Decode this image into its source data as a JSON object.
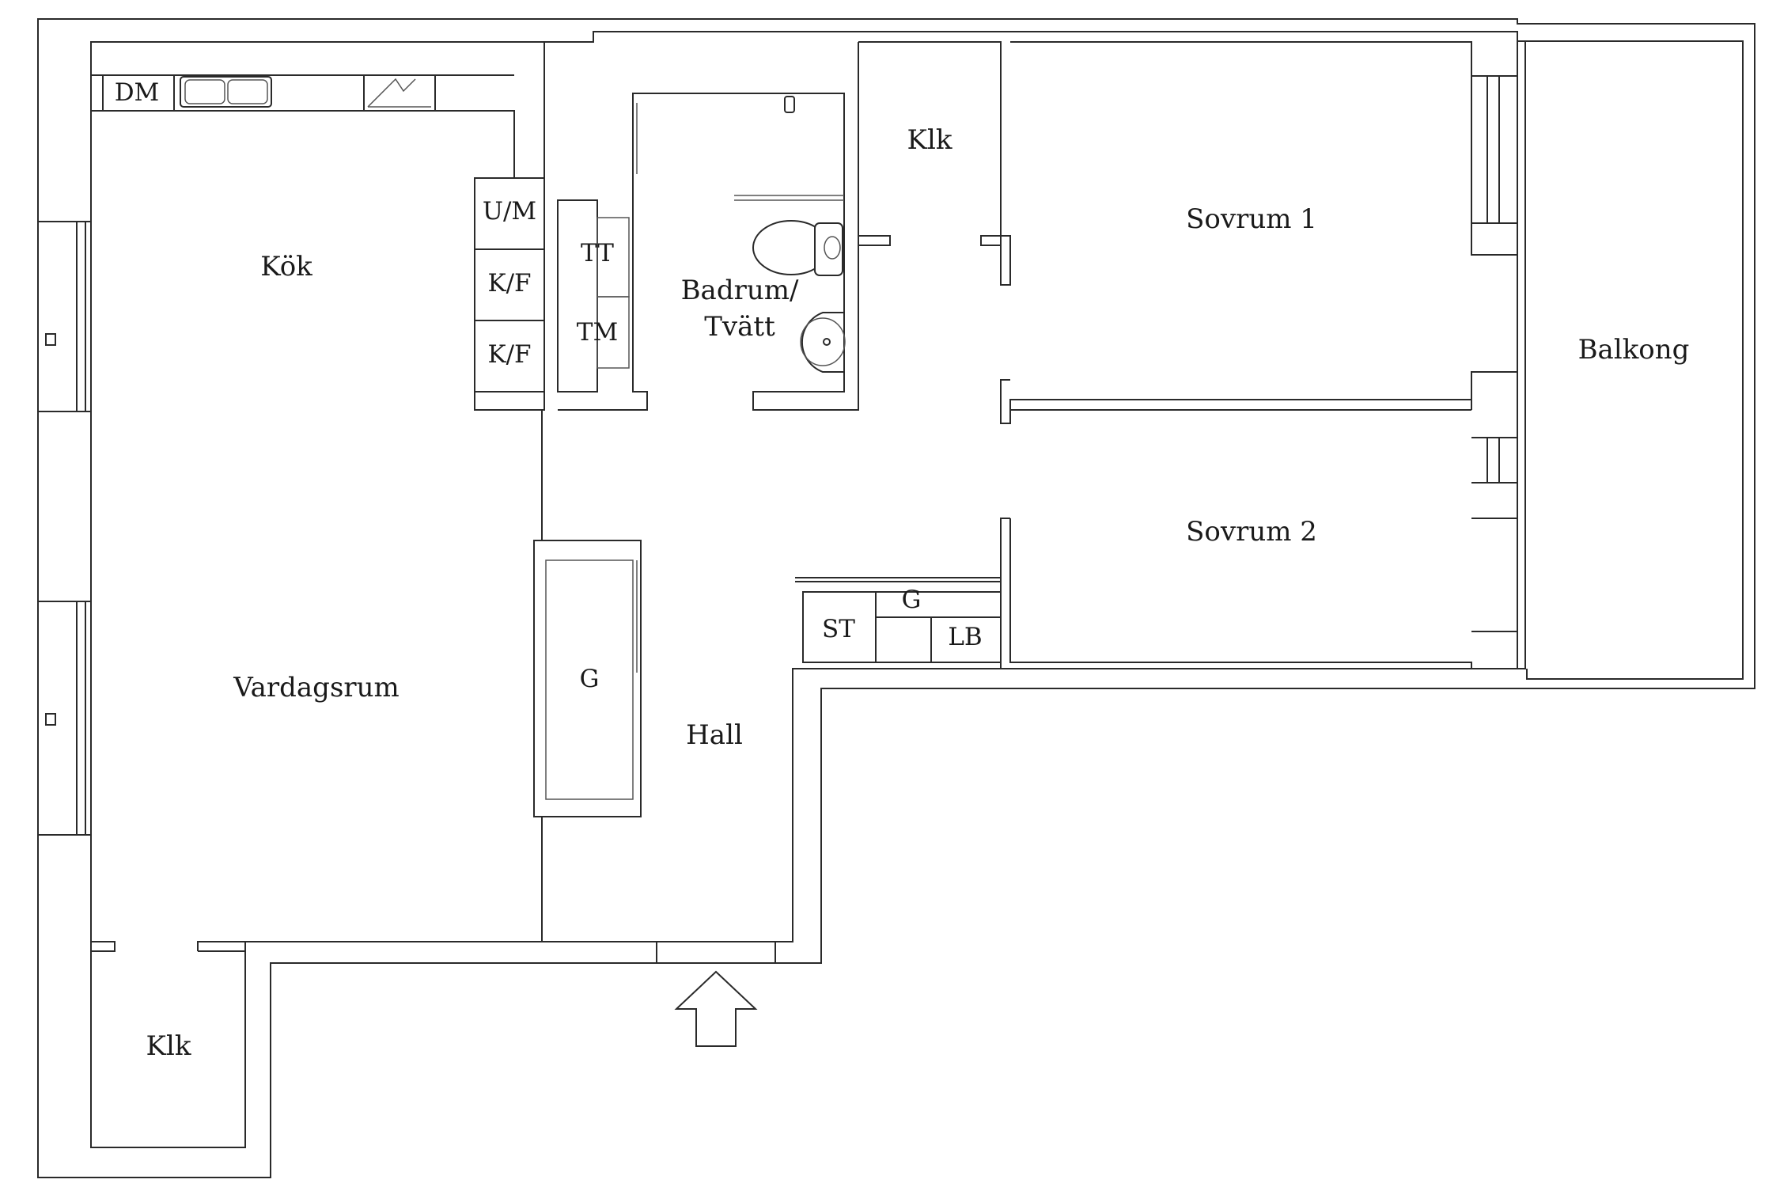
{
  "rooms": {
    "kok": "Kök",
    "vardagsrum": "Vardagsrum",
    "hall": "Hall",
    "badrum_line1": "Badrum/",
    "badrum_line2": "Tvätt",
    "klk_top": "Klk",
    "klk_bottom": "Klk",
    "sovrum1": "Sovrum 1",
    "sovrum2": "Sovrum 2",
    "balkong": "Balkong"
  },
  "fixtures": {
    "dm": "DM",
    "um": "U/M",
    "kf1": "K/F",
    "kf2": "K/F",
    "tt": "TT",
    "tm": "TM",
    "g_living": "G",
    "g_hall": "G",
    "st": "ST",
    "lb": "LB"
  },
  "icons": {
    "entrance": "entrance-arrow-icon",
    "toilet": "toilet-icon",
    "sink": "sink-icon",
    "kitchen_sink": "kitchen-sink-icon",
    "stove": "stove-icon",
    "tap": "tap-icon"
  },
  "colors": {
    "line": "#2a2a2a",
    "background": "#ffffff"
  }
}
